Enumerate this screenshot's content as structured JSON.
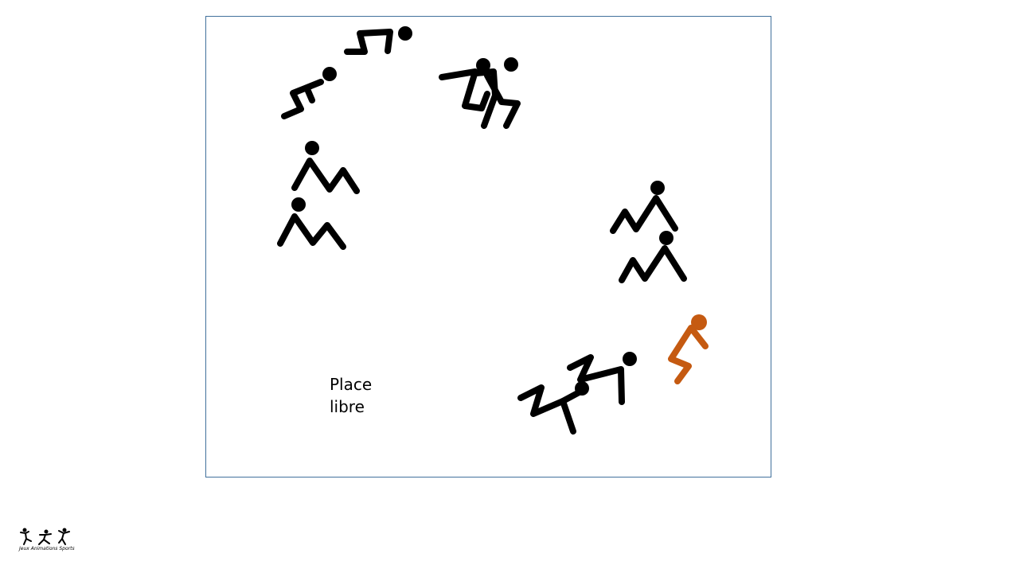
{
  "diagram": {
    "free_place_label_line1": "Place",
    "free_place_label_line2": "libre",
    "highlight_color": "#c55a11",
    "figure_color": "#000000",
    "border_color": "#41719c"
  },
  "logo": {
    "text": "Jeux Animations Sports",
    "icon": "three-athletes-logo"
  }
}
